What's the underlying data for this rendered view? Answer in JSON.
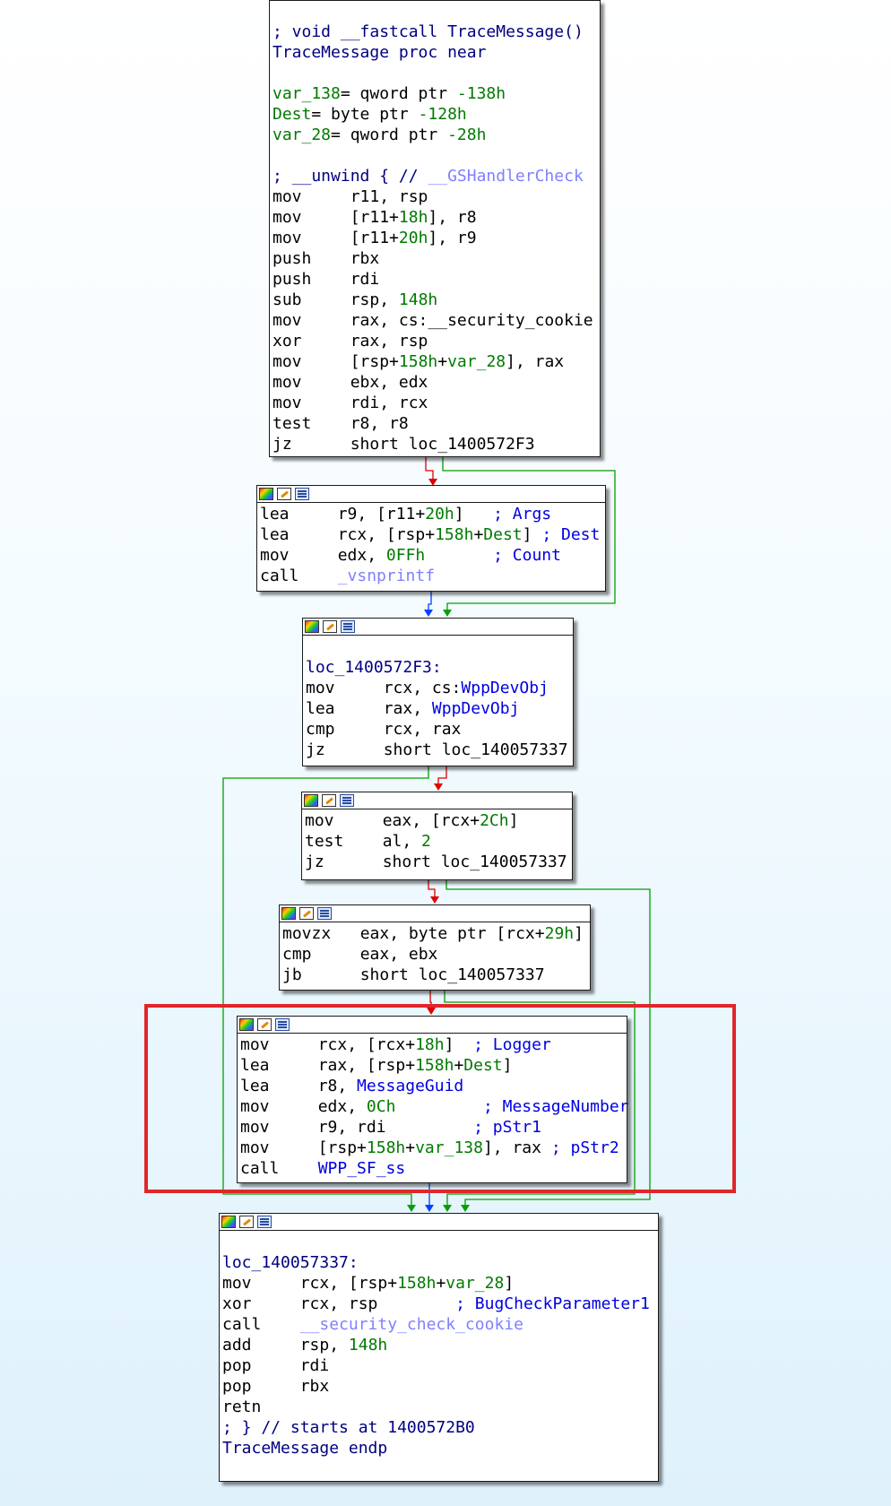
{
  "graph": {
    "nodes": [
      {
        "id": "entry",
        "lines": [
          [
            [
              "; void __fastcall TraceMessage()",
              "kw"
            ]
          ],
          [
            [
              "TraceMessage proc near",
              "kw"
            ]
          ],
          [],
          [
            [
              "var_138",
              "num"
            ],
            [
              "= qword ptr ",
              "dk"
            ],
            [
              "-138h",
              "num"
            ]
          ],
          [
            [
              "Dest",
              "num"
            ],
            [
              "= byte ptr ",
              "dk"
            ],
            [
              "-128h",
              "num"
            ]
          ],
          [
            [
              "var_28",
              "num"
            ],
            [
              "= qword ptr ",
              "dk"
            ],
            [
              "-28h",
              "num"
            ]
          ],
          [],
          [
            [
              "; __unwind { // ",
              "kw"
            ],
            [
              "__GSHandlerCheck",
              "imp"
            ]
          ],
          [
            [
              "mov     r11, rsp",
              "dk"
            ]
          ],
          [
            [
              "mov     [r11+",
              "dk"
            ],
            [
              "18h",
              "num"
            ],
            [
              "], r8",
              "dk"
            ]
          ],
          [
            [
              "mov     [r11+",
              "dk"
            ],
            [
              "20h",
              "num"
            ],
            [
              "], r9",
              "dk"
            ]
          ],
          [
            [
              "push    rbx",
              "dk"
            ]
          ],
          [
            [
              "push    rdi",
              "dk"
            ]
          ],
          [
            [
              "sub     rsp, ",
              "dk"
            ],
            [
              "148h",
              "num"
            ]
          ],
          [
            [
              "mov     rax, cs:__security_cookie",
              "dk"
            ]
          ],
          [
            [
              "xor     rax, rsp",
              "dk"
            ]
          ],
          [
            [
              "mov     [rsp+",
              "dk"
            ],
            [
              "158h",
              "num"
            ],
            [
              "+",
              "dk"
            ],
            [
              "var_28",
              "num"
            ],
            [
              "], rax",
              "dk"
            ]
          ],
          [
            [
              "mov     ebx, edx",
              "dk"
            ]
          ],
          [
            [
              "mov     rdi, rcx",
              "dk"
            ]
          ],
          [
            [
              "test    r8, r8",
              "dk"
            ]
          ],
          [
            [
              "jz      short loc_1400572F3",
              "dk"
            ]
          ]
        ]
      },
      {
        "id": "vsnprintf",
        "lines": [
          [
            [
              "lea     r9, [r11+",
              "dk"
            ],
            [
              "20h",
              "num"
            ],
            [
              "]   ",
              "dk"
            ],
            [
              "; Args",
              "cmt"
            ]
          ],
          [
            [
              "lea     rcx, [rsp+",
              "dk"
            ],
            [
              "158h",
              "num"
            ],
            [
              "+",
              "dk"
            ],
            [
              "Dest",
              "num"
            ],
            [
              "] ",
              "dk"
            ],
            [
              "; Dest",
              "cmt"
            ]
          ],
          [
            [
              "mov     edx, ",
              "dk"
            ],
            [
              "0FFh",
              "num"
            ],
            [
              "       ",
              "dk"
            ],
            [
              "; Count",
              "cmt"
            ]
          ],
          [
            [
              "call    ",
              "dk"
            ],
            [
              "_vsnprintf",
              "imp"
            ]
          ]
        ]
      },
      {
        "id": "loc_1400572F3",
        "lines": [
          [],
          [
            [
              "loc_1400572F3:",
              "kw"
            ]
          ],
          [
            [
              "mov     rcx, cs:",
              "dk"
            ],
            [
              "WppDevObj",
              "cmt"
            ]
          ],
          [
            [
              "lea     rax, ",
              "dk"
            ],
            [
              "WppDevObj",
              "cmt"
            ]
          ],
          [
            [
              "cmp     rcx, rax",
              "dk"
            ]
          ],
          [
            [
              "jz      short loc_140057337",
              "dk"
            ]
          ]
        ]
      },
      {
        "id": "check_flags",
        "lines": [
          [
            [
              "mov     eax, [rcx+",
              "dk"
            ],
            [
              "2Ch",
              "num"
            ],
            [
              "]",
              "dk"
            ]
          ],
          [
            [
              "test    al, ",
              "dk"
            ],
            [
              "2",
              "num"
            ]
          ],
          [
            [
              "jz      short loc_140057337",
              "dk"
            ]
          ]
        ]
      },
      {
        "id": "check_level",
        "lines": [
          [
            [
              "movzx   eax, byte ptr [rcx+",
              "dk"
            ],
            [
              "29h",
              "num"
            ],
            [
              "]",
              "dk"
            ]
          ],
          [
            [
              "cmp     eax, ebx",
              "dk"
            ]
          ],
          [
            [
              "jb      short loc_140057337",
              "dk"
            ]
          ]
        ]
      },
      {
        "id": "wpp_call",
        "lines": [
          [
            [
              "mov     rcx, [rcx+",
              "dk"
            ],
            [
              "18h",
              "num"
            ],
            [
              "]  ",
              "dk"
            ],
            [
              "; Logger",
              "cmt"
            ]
          ],
          [
            [
              "lea     rax, [rsp+",
              "dk"
            ],
            [
              "158h",
              "num"
            ],
            [
              "+",
              "dk"
            ],
            [
              "Dest",
              "num"
            ],
            [
              "]",
              "dk"
            ]
          ],
          [
            [
              "lea     r8, ",
              "dk"
            ],
            [
              "MessageGuid",
              "cmt"
            ]
          ],
          [
            [
              "mov     edx, ",
              "dk"
            ],
            [
              "0Ch",
              "num"
            ],
            [
              "         ",
              "dk"
            ],
            [
              "; MessageNumber",
              "cmt"
            ]
          ],
          [
            [
              "mov     r9, rdi         ",
              "dk"
            ],
            [
              "; pStr1",
              "cmt"
            ]
          ],
          [
            [
              "mov     [rsp+",
              "dk"
            ],
            [
              "158h",
              "num"
            ],
            [
              "+",
              "dk"
            ],
            [
              "var_138",
              "num"
            ],
            [
              "], rax ",
              "dk"
            ],
            [
              "; pStr2",
              "cmt"
            ]
          ],
          [
            [
              "call    ",
              "dk"
            ],
            [
              "WPP_SF_ss",
              "cmt"
            ]
          ]
        ]
      },
      {
        "id": "loc_140057337",
        "lines": [
          [],
          [
            [
              "loc_140057337:",
              "kw"
            ]
          ],
          [
            [
              "mov     rcx, [rsp+",
              "dk"
            ],
            [
              "158h",
              "num"
            ],
            [
              "+",
              "dk"
            ],
            [
              "var_28",
              "num"
            ],
            [
              "]",
              "dk"
            ]
          ],
          [
            [
              "xor     rcx, rsp        ",
              "dk"
            ],
            [
              "; BugCheckParameter1",
              "cmt"
            ]
          ],
          [
            [
              "call    ",
              "dk"
            ],
            [
              "__security_check_cookie",
              "imp"
            ]
          ],
          [
            [
              "add     rsp, ",
              "dk"
            ],
            [
              "148h",
              "num"
            ]
          ],
          [
            [
              "pop     rdi",
              "dk"
            ]
          ],
          [
            [
              "pop     rbx",
              "dk"
            ]
          ],
          [
            [
              "retn",
              "dk"
            ]
          ],
          [
            [
              "; } // starts at 1400572B0",
              "kw"
            ]
          ],
          [
            [
              "TraceMessage endp",
              "kw"
            ]
          ]
        ]
      }
    ],
    "edge_colors": {
      "true_branch": "#00a000",
      "false_branch": "#e00000",
      "unconditional": "#0040ff"
    }
  }
}
